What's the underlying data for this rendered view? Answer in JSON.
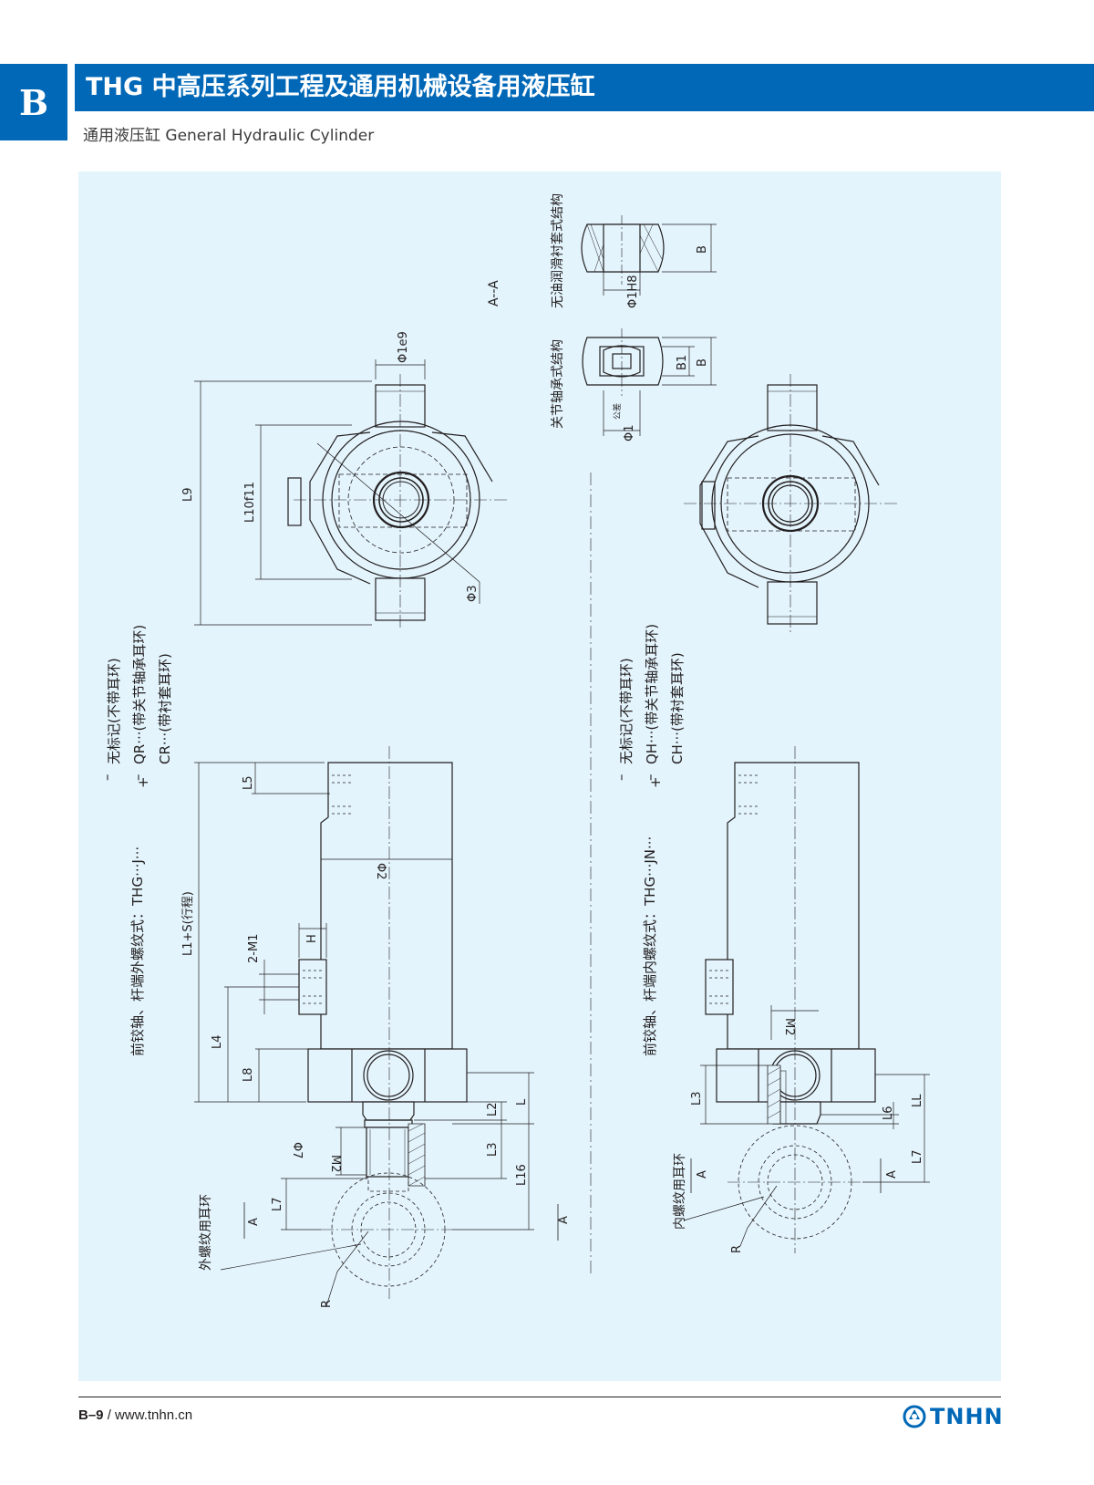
{
  "header": {
    "tab_letter": "B",
    "title": "THG 中高压系列工程及通用机械设备用液压缸",
    "subtitle": "通用液压缸 General Hydraulic Cylinder"
  },
  "footer": {
    "page": "B–9",
    "separator": " / ",
    "website": "www.tnhn.cn",
    "logo_text": "TNHN"
  },
  "drawing": {
    "section_label": "A--A",
    "bearing_structure_label": "关节轴承式结构",
    "bushing_structure_label": "无油润滑衬套式结构",
    "bearing_phi": "Φ1",
    "bearing_phi_sub": "公差",
    "bushing_phi": "Φ1H8",
    "dim_B": "B",
    "dim_B1": "B1",
    "top_view": {
      "dim_L9": "L9",
      "dim_L10": "L10f11",
      "dim_phi3": "Φ3",
      "dim_phi1e9": "Φ1e9"
    },
    "external": {
      "title": "前铰轴、杆端外螺纹式：THG···J···",
      "opt1_prefix": "–",
      "opt1": "无标记(不带耳环)",
      "opt2_prefix": "–",
      "opt2": "QR···(带关节轴承耳环)",
      "opt3_prefix": "+",
      "opt3": "CR···(带衬套耳环)",
      "L1S": "L1+S(行程)",
      "L5": "L5",
      "L4": "L4",
      "L8": "L8",
      "M1": "2-M1",
      "H": "H",
      "phi2": "Φ2",
      "phi7": "Φ7",
      "M2": "M2",
      "L2": "L2",
      "L3": "L3",
      "L": "L",
      "L16": "L16",
      "L7": "L7",
      "A": "A",
      "R": "R",
      "eye_label": "外螺纹用耳环"
    },
    "internal": {
      "title": "前铰轴、杆端内螺纹式：THG···JN···",
      "opt1_prefix": "–",
      "opt1": "无标记(不带耳环)",
      "opt2_prefix": "–",
      "opt2": "QH···(带关节轴承耳环)",
      "opt3_prefix": "+",
      "opt3": "CH···(带衬套耳环)",
      "M2": "M2",
      "L3": "L3",
      "L6": "L6",
      "LL": "LL",
      "L7": "L7",
      "A": "A",
      "R": "R",
      "eye_label": "内螺纹用耳环"
    }
  },
  "colors": {
    "brand_blue": "#0068b7",
    "drawing_bg": "#e3f4fc"
  }
}
